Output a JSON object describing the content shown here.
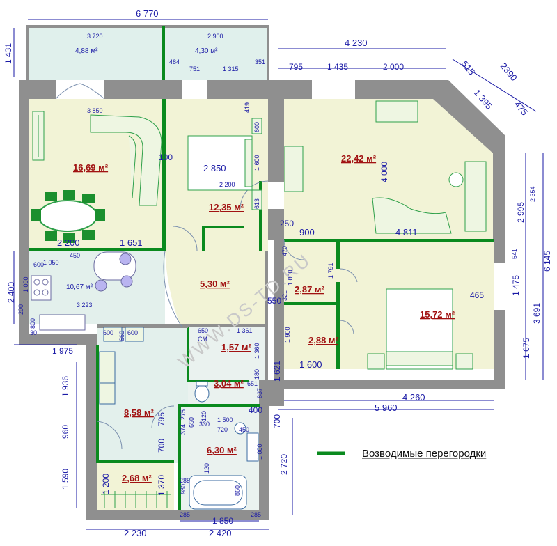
{
  "colors": {
    "wall": "#8f8f8f",
    "partition": "#0a8a1e",
    "living": "#f2f3d6",
    "kitchen": "#e3f0ec",
    "bath": "#eaf2ef",
    "balcony": "#e0f0ec",
    "dim": "#1a1aa6",
    "area": "#a11212"
  },
  "watermark": "WWW.DS-TD.RU",
  "legend": {
    "label": "Возводимые перегородки"
  },
  "rooms": [
    {
      "id": "living",
      "area": "16,69 м²"
    },
    {
      "id": "bedroom-1",
      "area": "12,35 м²"
    },
    {
      "id": "master",
      "area": "22,42 м²"
    },
    {
      "id": "bedroom-2",
      "area": "15,72 м²"
    },
    {
      "id": "hall",
      "area": "5,30 м²"
    },
    {
      "id": "closet-1",
      "area": "2,87 м²"
    },
    {
      "id": "closet-2",
      "area": "2,88 м²"
    },
    {
      "id": "corridor",
      "area": "8,58 м²"
    },
    {
      "id": "utility",
      "area": "1,57 м²"
    },
    {
      "id": "wc",
      "area": "3,04 м²"
    },
    {
      "id": "bath",
      "area": "6,30 м²"
    },
    {
      "id": "storage",
      "area": "2,68 м²"
    },
    {
      "id": "kitchen",
      "area": "10,67 м²"
    },
    {
      "id": "balcony-1",
      "area": "4,88 м²"
    },
    {
      "id": "balcony-2",
      "area": "4,30 м²"
    }
  ],
  "dims": {
    "top_total": "6 770",
    "balc1_w": "3 720",
    "balc2_w": "2 900",
    "balc_h": "1 431",
    "d484": "484",
    "d751": "751",
    "d1315": "1 315",
    "d351": "351",
    "right_top": "4 230",
    "d795": "795",
    "d1435": "1 435",
    "d2000": "2 000",
    "d515": "515",
    "d2390": "2390",
    "d1395": "1 395",
    "d475": "475",
    "d3850": "3 850",
    "d100": "100",
    "d419": "419",
    "d600a": "600",
    "d2850": "2 850",
    "d1600a": "1 600",
    "d2200a": "2 200",
    "d613": "613",
    "d4000": "4 000",
    "d250": "250",
    "d900": "900",
    "d4811": "4 811",
    "d2995": "2 995",
    "d2354": "2 354",
    "d541": "541",
    "d6145": "6 145",
    "d2200b": "2 200",
    "d1651": "1 651",
    "d600b": "600",
    "d450": "450",
    "d1050": "1 050",
    "d1000a": "1 000",
    "d2400": "2 400",
    "d3223": "3 223",
    "d200": "200",
    "d800": "800",
    "d30": "30",
    "d470": "470",
    "d1000b": "1 000",
    "d1791": "1 791",
    "d321": "321",
    "d550": "550",
    "d1475": "1 475",
    "d465": "465",
    "d3691": "3 691",
    "d1675": "1 675",
    "d1900": "1 900",
    "d1600b": "1 600",
    "d4260": "4 260",
    "d5960": "5 960",
    "d1975": "1 975",
    "d600c": "600",
    "d600d": "600",
    "d660": "660",
    "d650": "650",
    "d1361": "1 361",
    "d1360": "1 360",
    "d180": "180",
    "d651": "651",
    "d837": "837",
    "d1621": "1 621",
    "d400": "400",
    "d1936": "1 936",
    "d960": "960",
    "d795b": "795",
    "d700a": "700",
    "d1590": "1 590",
    "d1200": "1 200",
    "d1370": "1 370",
    "d374": "374",
    "d275": "275",
    "d650b": "650",
    "d330": "330",
    "d120a": "120",
    "d1500": "1 500",
    "d720": "720",
    "d450b": "450",
    "d1000c": "1 000",
    "d700b": "700",
    "d2720": "2 720",
    "d285a": "285",
    "d980": "980",
    "d120b": "120",
    "d860": "860",
    "d2230": "2 230",
    "d285b": "285",
    "d1850": "1 850",
    "d2420": "2 420",
    "d285c": "285",
    "cm": "СМ"
  }
}
